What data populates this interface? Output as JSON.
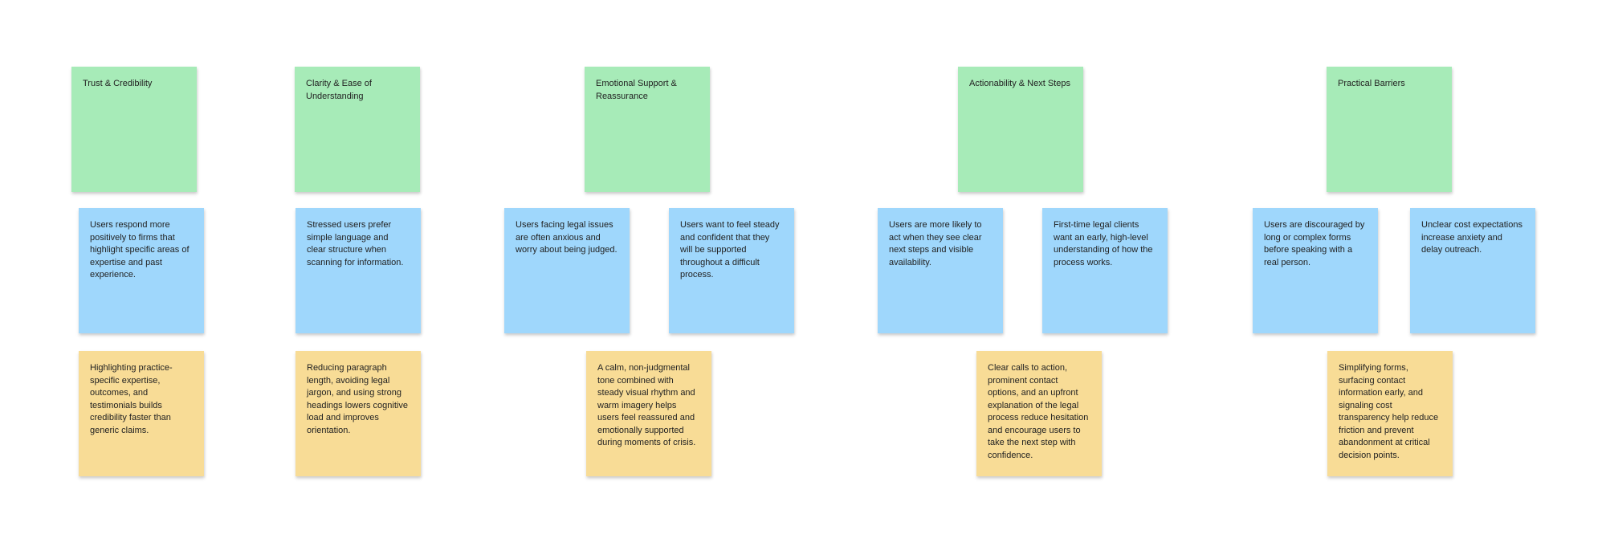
{
  "board": {
    "colors": {
      "category": "#A7EBB8",
      "insight": "#9FD7FC",
      "recommendation": "#F8DC96",
      "text": "#222222",
      "canvas_background": "#FFFFFF"
    },
    "groups": [
      {
        "category": "Trust & Credibility",
        "insights": [
          "Users respond more positively to firms that highlight specific areas of expertise and past experience."
        ],
        "recommendation": "Highlighting practice-specific expertise, outcomes, and testimonials builds credibility faster than generic claims."
      },
      {
        "category": "Clarity & Ease of Understanding",
        "insights": [
          "Stressed users prefer simple language and clear structure when scanning for information."
        ],
        "recommendation": "Reducing paragraph length, avoiding legal jargon, and using strong headings lowers cognitive load and improves orientation."
      },
      {
        "category": "Emotional Support & Reassurance",
        "insights": [
          "Users facing legal issues are often anxious and worry about being judged.",
          "Users want to feel steady and confident that they will be supported throughout a difficult process."
        ],
        "recommendation": "A calm, non-judgmental tone combined with steady visual rhythm and warm imagery helps users feel reassured and emotionally supported during moments of crisis."
      },
      {
        "category": "Actionability & Next Steps",
        "insights": [
          "Users are more likely to act when they see clear next steps and visible availability.",
          "First-time legal clients want an early, high-level understanding of how the process works."
        ],
        "recommendation": "Clear calls to action, prominent contact options, and an upfront explanation of the legal process reduce hesitation and encourage users to take the next step with confidence."
      },
      {
        "category": "Practical Barriers",
        "insights": [
          "Users are discouraged by long or complex forms before speaking with a real person.",
          "Unclear cost expectations increase anxiety and delay outreach."
        ],
        "recommendation": "Simplifying forms, surfacing contact information early, and signaling cost transparency help reduce friction and prevent abandonment at critical decision points."
      }
    ]
  }
}
